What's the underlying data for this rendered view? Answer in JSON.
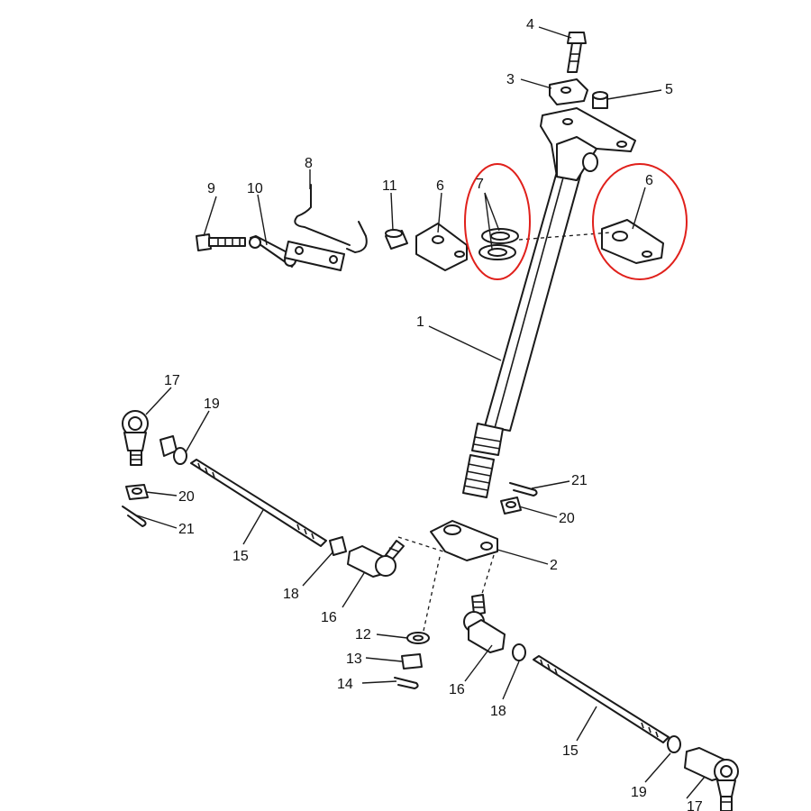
{
  "callouts": [
    {
      "id": "c4",
      "label": "4"
    },
    {
      "id": "c3",
      "label": "3"
    },
    {
      "id": "c5",
      "label": "5"
    },
    {
      "id": "c8",
      "label": "8"
    },
    {
      "id": "c9",
      "label": "9"
    },
    {
      "id": "c10",
      "label": "10"
    },
    {
      "id": "c11",
      "label": "11"
    },
    {
      "id": "c6a",
      "label": "6"
    },
    {
      "id": "c7",
      "label": "7"
    },
    {
      "id": "c6b",
      "label": "6"
    },
    {
      "id": "c1",
      "label": "1"
    },
    {
      "id": "c17a",
      "label": "17"
    },
    {
      "id": "c19a",
      "label": "19"
    },
    {
      "id": "c20a",
      "label": "20"
    },
    {
      "id": "c21a",
      "label": "21"
    },
    {
      "id": "c15a",
      "label": "15"
    },
    {
      "id": "c18a",
      "label": "18"
    },
    {
      "id": "c16a",
      "label": "16"
    },
    {
      "id": "c21b",
      "label": "21"
    },
    {
      "id": "c20b",
      "label": "20"
    },
    {
      "id": "c2",
      "label": "2"
    },
    {
      "id": "c12",
      "label": "12"
    },
    {
      "id": "c13",
      "label": "13"
    },
    {
      "id": "c14",
      "label": "14"
    },
    {
      "id": "c16b",
      "label": "16"
    },
    {
      "id": "c18b",
      "label": "18"
    },
    {
      "id": "c15b",
      "label": "15"
    },
    {
      "id": "c19b",
      "label": "19"
    },
    {
      "id": "c17b",
      "label": "17"
    }
  ],
  "colors": {
    "highlight": "#e0201b",
    "line": "#1a1a1a",
    "background": "#ffffff"
  }
}
